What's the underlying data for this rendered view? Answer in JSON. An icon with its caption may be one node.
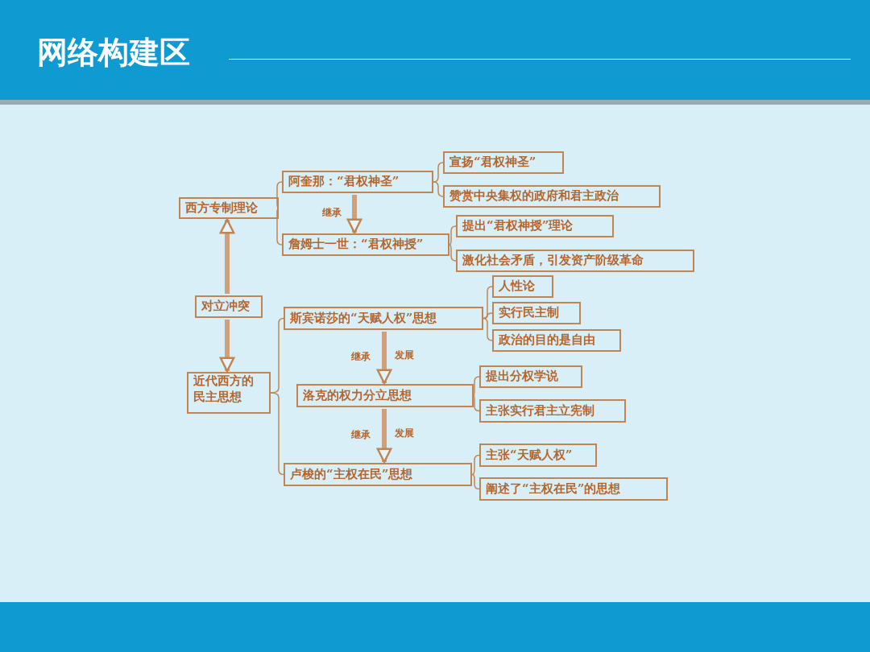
{
  "diagram": {
    "title": "网络构建区",
    "nodes": [
      {
        "text": [
          "西方专制理论"
        ]
      },
      {
        "text": [
          "阿奎那：“君权神圣”"
        ]
      },
      {
        "text": [
          "詹姆士一世：“君权神授”"
        ]
      },
      {
        "text": [
          "宣扬“君权神圣”"
        ]
      },
      {
        "text": [
          "赞赏中央集权的政府和君主政治"
        ]
      },
      {
        "text": [
          "提出“君权神授”理论"
        ]
      },
      {
        "text": [
          "激化社会矛盾，引发资产阶级革命"
        ]
      },
      {
        "text": [
          "对立冲突"
        ]
      },
      {
        "text": [
          "近代西方的民主思想"
        ]
      },
      {
        "text": [
          "斯宾诺莎的“天赋人权”思想"
        ]
      },
      {
        "text": [
          "洛克的权力分立思想"
        ]
      },
      {
        "text": [
          "卢梭的“主权在民”思想"
        ]
      },
      {
        "text": [
          "人性论"
        ]
      },
      {
        "text": [
          "实行民主制"
        ]
      },
      {
        "text": [
          "政治的目的是自由"
        ]
      },
      {
        "text": [
          "提出分权学说"
        ]
      },
      {
        "text": [
          "主张实行君主立宪制"
        ]
      },
      {
        "text": [
          "主张“天赋人权”"
        ]
      },
      {
        "text": [
          "阐述了“主权在民”的思想"
        ]
      }
    ],
    "edges": [
      {
        "from": 0,
        "to": 1,
        "arrow": "none"
      },
      {
        "from": 0,
        "to": 2,
        "arrow": "none"
      },
      {
        "from": 1,
        "to": 3,
        "arrow": "none"
      },
      {
        "from": 1,
        "to": 4,
        "arrow": "none"
      },
      {
        "from": 2,
        "to": 5,
        "arrow": "none"
      },
      {
        "from": 2,
        "to": 6,
        "arrow": "none"
      },
      {
        "from": 1,
        "to": 2,
        "arrow": "to",
        "label": "继承",
        "style": "thick"
      },
      {
        "from": 7,
        "to": 0,
        "arrow": "to",
        "style": "thick"
      },
      {
        "from": 7,
        "to": 8,
        "arrow": "to",
        "style": "thick"
      },
      {
        "from": 8,
        "to": 9,
        "arrow": "none"
      },
      {
        "from": 8,
        "to": 11,
        "arrow": "none"
      },
      {
        "from": 9,
        "to": 12,
        "arrow": "none"
      },
      {
        "from": 9,
        "to": 13,
        "arrow": "none"
      },
      {
        "from": 9,
        "to": 14,
        "arrow": "none"
      },
      {
        "from": 9,
        "to": 10,
        "arrow": "to",
        "label": "继承",
        "style": "thick"
      },
      {
        "from": 10,
        "to": 15,
        "arrow": "none"
      },
      {
        "from": 10,
        "to": 16,
        "arrow": "none"
      },
      {
        "from": 10,
        "to": 11,
        "arrow": "to",
        "label": "继承",
        "style": "thick"
      },
      {
        "from": 11,
        "to": 17,
        "arrow": "none"
      },
      {
        "from": 11,
        "to": 18,
        "arrow": "none"
      }
    ],
    "labels": [
      "发展",
      "发展"
    ]
  }
}
